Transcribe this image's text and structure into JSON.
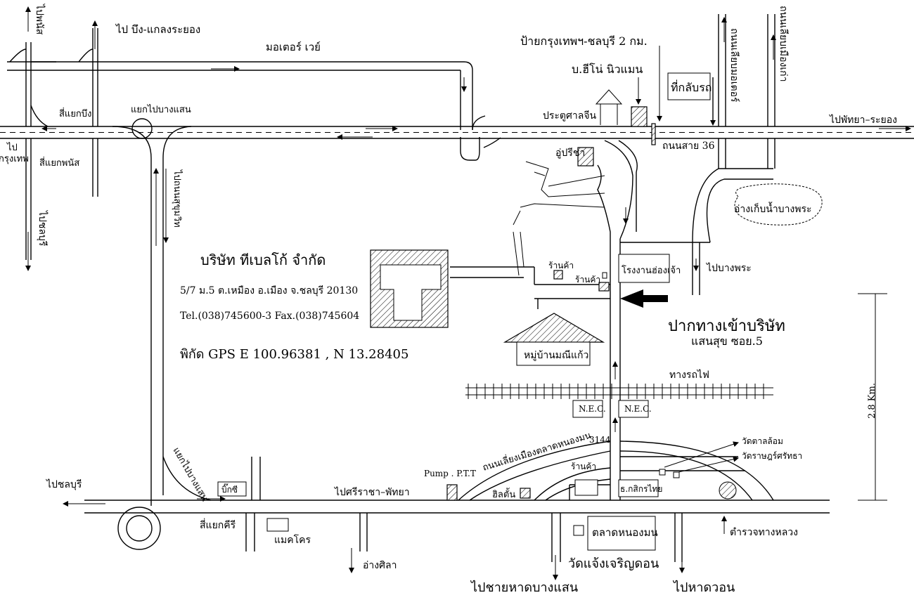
{
  "company": {
    "name": "บริษัท ทีเบลโก้ จำกัด",
    "address": "5/7 ม.5 ต.เหมือง อ.เมือง จ.ชลบุรี 20130",
    "tel": "Tel.(038)745600-3 Fax.(038)745604",
    "gps": "พิกัด GPS E 100.96381 , N 13.28405"
  },
  "entrance": {
    "title": "ปากทางเข้าบริษัท",
    "sub": "แสนสุข ซอย.5"
  },
  "labels": {
    "to_phanat": "ไปพนัส",
    "to_bueng_klaeng": "ไป บึง-แกลงระยอง",
    "motorway": "มอเตอร์ เวย์",
    "bkk_chonburi_sign": "ป้ายกรุงเทพฯ-ชลบุรี 2 กม.",
    "b_hino": "บ.ฮีโน่ นิวแมน",
    "u_turn": "ที่กลับรถ",
    "rd_right1": "ถนนเลียบมอเตอร์",
    "rd_right2": "ถนนเลียบเมืองเก่า",
    "to_pattaya_rayong": "ไปพัทยา–ระยอง",
    "chinese_gate": "ประตูศาลจีน",
    "rd36": "ถนนสาย 36",
    "to_bkk_1": "ไป",
    "to_bkk_2": "กรุงเทพ",
    "bueng_junction": "สี่แยกบึง",
    "to_bangsaen_junc": "แยกไปบางแสน",
    "phanat_junction": "สี่แยกพนัส",
    "to_sukhumvit": "ไปถนนสุขุมวิท",
    "to_chonburi_v": "ไปชลบุรี",
    "cooprecha": "อู่ปรีชา",
    "reservoir": "อ่างเก็บน้ำบางพระ",
    "shop1": "ร้านค้า",
    "shop2": "ร้านค้า",
    "factory": "โรงงานฮ่องเจ้า",
    "to_bangphra": "ไปบางพระ",
    "village": "หมู่บ้านมณีแก้ว",
    "railway": "ทางรถไฟ",
    "nec1": "N.E.C.",
    "nec2": "N.E.C.",
    "road3144": "3144",
    "bypass": "ถนนเลี่ยงเมืองตลาดหนองมน",
    "wat1": "วัดตาลล้อม",
    "wat2": "วัดราษฎร์ศรัทธา",
    "pump": "Pump . P.T.T",
    "shop3": "ร้านค้า",
    "hilton": "ฮิลตั้น",
    "kasikorn": "ธ.กสิกรไทย",
    "to_chonburi_h": "ไปชลบุรี",
    "to_bangsaen_diag": "แยกไปบางแสน",
    "bigc": "บิ๊กซี",
    "to_sriracha": "ไปศรีราชา–พัทยา",
    "kiri_junction": "สี่แยกคีรี",
    "makro": "แมคโคร",
    "angsila": "อ่างศิลา",
    "nongmon_market": "ตลาดหนองมน",
    "highway_police": "ตำรวจทางหลวง",
    "wat_chaeng": "วัดแจ้งเจริญดอน",
    "to_bangsaen_beach": "ไปชายหาดบางแสน",
    "to_wonnapa": "ไปหาดวอน",
    "distance": "2.8 Km."
  }
}
